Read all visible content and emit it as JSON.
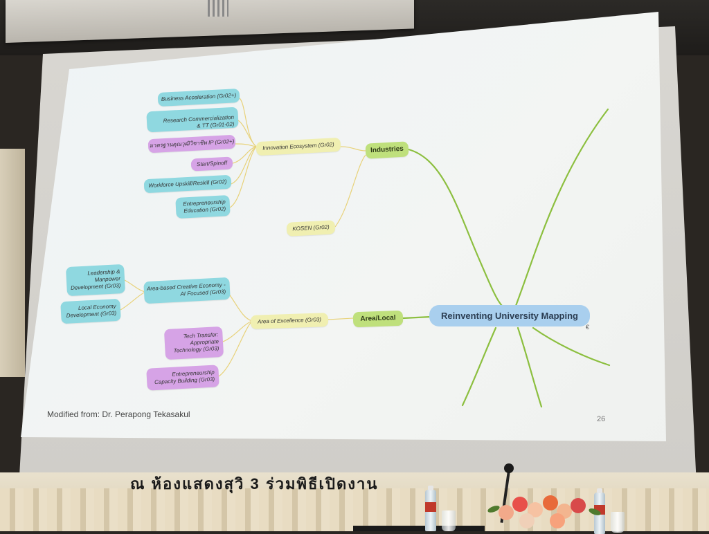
{
  "slide": {
    "central_topic": "Reinventing University Mapping",
    "branches": {
      "industries": {
        "label": "Industries",
        "innovation_ecosystem": {
          "label": "Innovation Ecosystem (Gr02)",
          "children": [
            "Business Acceleration (Gr02+)",
            "Research Commercialization & TT (Gr01-02)",
            "มาตรฐานคุณวุฒิวิชาชีพ IP (Gr02+)",
            "Start/Spinoff",
            "Workforce Upskill/Reskill (Gr02)",
            "Entrepreneurship Education (Gr02)"
          ]
        },
        "kosen": {
          "label": "KOSEN (Gr02)"
        }
      },
      "area_local": {
        "label": "Area/Local",
        "area_of_excellence": {
          "label": "Area of Excellence (Gr03)",
          "creative_economy": {
            "label": "Area-based Creative Economy - AI Focused (Gr03)",
            "children": [
              "Leadership & Manpower Development (Gr03)",
              "Local Economy Development (Gr03)"
            ]
          },
          "children": [
            "Tech Transfer: Appropriate Technology (Gr03)",
            "Entrepreneurship Capacity Building (Gr03)"
          ]
        }
      }
    },
    "credit": "Modified from: Dr. Perapong Tekasakul",
    "slide_number": "26",
    "cursor_glyph": "€"
  },
  "colors": {
    "cyan_node": "#8fd8e0",
    "violet_node": "#d6a3e6",
    "yellow_node": "#f0efb1",
    "green_node": "#bfe07c",
    "central_node": "#a9cfee",
    "branch_line": "#8cbf3f",
    "connector_line": "#e8d27a"
  }
}
